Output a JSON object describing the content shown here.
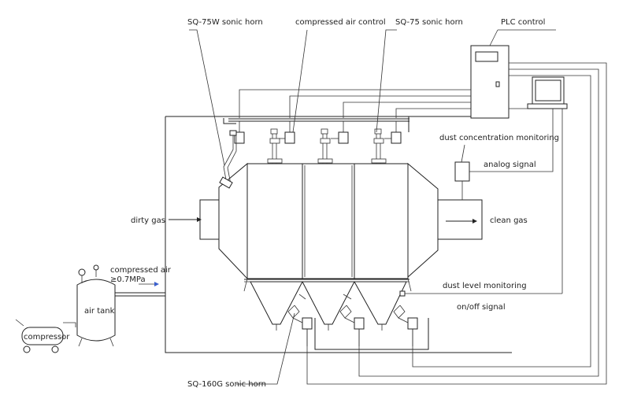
{
  "labels": {
    "sq75w": "SQ-75W sonic horn",
    "compressed_air_control": "compressed air control",
    "sq75": "SQ-75 sonic horn",
    "plc": "PLC control",
    "dust_conc": "dust concentration monitoring",
    "analog": "analog signal",
    "dirty_gas": "dirty gas",
    "clean_gas": "clean gas",
    "compressed_air": "compressed air",
    "pressure": "≥0.7MPa",
    "air_tank": "air tank",
    "compressor": "compressor",
    "dust_level": "dust level monitoring",
    "onoff": "on/off signal",
    "sq160g": "SQ-160G sonic horn"
  }
}
